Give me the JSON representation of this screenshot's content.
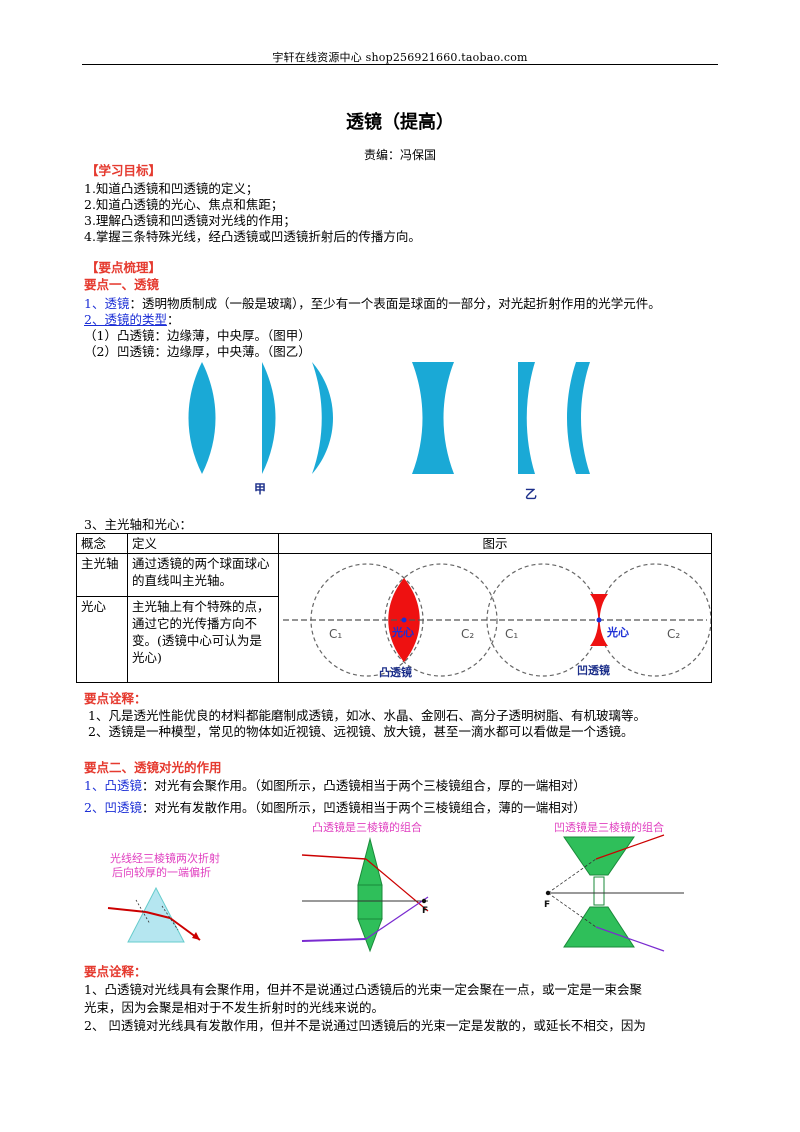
{
  "header": {
    "text": "宇轩在线资源中心   shop256921660.taobao.com"
  },
  "title": "透镜（提高）",
  "author": "责编：冯保国",
  "goals": {
    "heading": "【学习目标】",
    "items": [
      "1.知道凸透镜和凹透镜的定义；",
      "2.知道凸透镜的光心、焦点和焦距；",
      "3.理解凸透镜和凹透镜对光线的作用；",
      "4.掌握三条特殊光线，经凸透镜或凹透镜折射后的传播方向。"
    ]
  },
  "summary": {
    "heading": "【要点梳理】",
    "point1": {
      "title": "要点一、透镜",
      "def_label": "1、透镜",
      "def_text": "：透明物质制成（一般是玻璃），至少有一个表面是球面的一部分，对光起折射作用的光学元件。",
      "types_label": "2、透镜的类型",
      "types_colon": "：",
      "type_convex": "（1）凸透镜：边缘薄，中央厚。（图甲）",
      "type_concave": "（2）凹透镜：边缘厚，中央薄。（图乙）",
      "fig_jia": "甲",
      "fig_yi": "乙",
      "axis_heading": "3、主光轴和光心：",
      "table": {
        "headers": [
          "概念",
          "定义",
          "图示"
        ],
        "rows": [
          {
            "term": "主光轴",
            "definition": "通过透镜的两个球面球心的直线叫主光轴。"
          },
          {
            "term": "光心",
            "definition": "主光轴上有个特殊的点，通过它的光传播方向不变。(透镜中心可认为是光心)"
          }
        ],
        "diagram": {
          "c1": "C₁",
          "c2": "C₂",
          "optical_center": "光心",
          "convex_label": "凸透镜",
          "concave_label": "凹透镜"
        }
      },
      "notes_heading": "要点诠释：",
      "notes": [
        "1、凡是透光性能优良的材料都能磨制成透镜，如冰、水晶、金刚石、高分子透明树脂、有机玻璃等。",
        "2、透镜是一种模型，常见的物体如近视镜、远视镜、放大镜，甚至一滴水都可以看做是一个透镜。"
      ]
    },
    "point2": {
      "title": "要点二、透镜对光的作用",
      "convex_label": "1、凸透镜",
      "convex_text": "：对光有会聚作用。（如图所示，凸透镜相当于两个三棱镜组合，厚的一端相对）",
      "concave_label": "2、凹透镜",
      "concave_text": "：对光有发散作用。（如图所示，凹透镜相当于两个三棱镜组合，薄的一端相对）",
      "fig_prism_caption_1": "光线经三棱镜两次折射",
      "fig_prism_caption_2": "后向较厚的一端偏折",
      "fig_convex_caption": "凸透镜是三棱镜的组合",
      "fig_concave_caption": "凹透镜是三棱镜的组合",
      "focus_label": "F",
      "notes_heading": "要点诠释：",
      "note1_line1": "1、凸透镜对光线具有会聚作用，但并不是说通过凸透镜后的光束一定会聚在一点，或一定是一束会聚",
      "note1_line2": "光束，因为会聚是相对于不发生折射时的光线来说的。",
      "note2_line1": "2、 凹透镜对光线具有发散作用，但并不是说通过凹透镜后的光束一定是发散的，或延长不相交，因为"
    }
  },
  "colors": {
    "lens_blue": "#1aa9d6",
    "highlight_red": "#e53a2f",
    "label_blue": "#1c2fd6",
    "diagram_red": "#ee1111",
    "caption_pink": "#e040c0",
    "prism_light": "#b5e6f0",
    "lens_green": "#2fbf5a"
  }
}
